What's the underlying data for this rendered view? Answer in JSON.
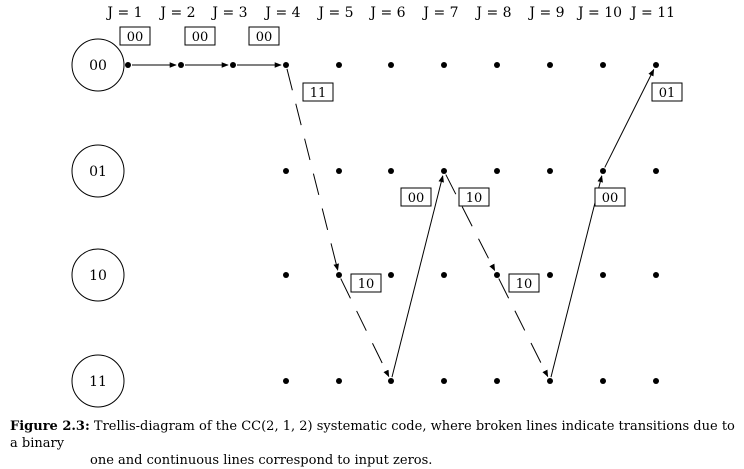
{
  "diagram": {
    "time_labels": [
      "J = 1",
      "J = 2",
      "J = 3",
      "J = 4",
      "J = 5",
      "J = 6",
      "J = 7",
      "J = 8",
      "J = 9",
      "J = 10",
      "J = 11"
    ],
    "states": [
      "00",
      "01",
      "10",
      "11"
    ],
    "edge_labels": {
      "e1": "00",
      "e2": "00",
      "e3": "00",
      "e4": "11",
      "e5": "10",
      "e6": "00",
      "e7": "10",
      "e8": "10",
      "e9": "00",
      "e10": "01"
    },
    "path": [
      {
        "from_t": 1,
        "from_s": "00",
        "to_t": 2,
        "to_s": "00",
        "input": 0,
        "label": "e1"
      },
      {
        "from_t": 2,
        "from_s": "00",
        "to_t": 3,
        "to_s": "00",
        "input": 0,
        "label": "e2"
      },
      {
        "from_t": 3,
        "from_s": "00",
        "to_t": 4,
        "to_s": "00",
        "input": 0,
        "label": "e3"
      },
      {
        "from_t": 4,
        "from_s": "00",
        "to_t": 5,
        "to_s": "10",
        "input": 1,
        "label": "e4"
      },
      {
        "from_t": 5,
        "from_s": "10",
        "to_t": 6,
        "to_s": "11",
        "input": 1,
        "label": "e5"
      },
      {
        "from_t": 6,
        "from_s": "11",
        "to_t": 7,
        "to_s": "01",
        "input": 0,
        "label": "e6"
      },
      {
        "from_t": 7,
        "from_s": "01",
        "to_t": 8,
        "to_s": "10",
        "input": 1,
        "label": "e7"
      },
      {
        "from_t": 8,
        "from_s": "10",
        "to_t": 9,
        "to_s": "11",
        "input": 1,
        "label": "e8"
      },
      {
        "from_t": 9,
        "from_s": "11",
        "to_t": 10,
        "to_s": "01",
        "input": 0,
        "label": "e9"
      },
      {
        "from_t": 10,
        "from_s": "01",
        "to_t": 11,
        "to_s": "00",
        "input": 0,
        "label": "e10"
      }
    ]
  },
  "caption": {
    "label": "Figure 2.3:",
    "line1": "Trellis-diagram of the CC(2, 1, 2) systematic code, where broken lines indicate transitions due to a binary",
    "line2": "one and continuous lines correspond to input zeros."
  }
}
